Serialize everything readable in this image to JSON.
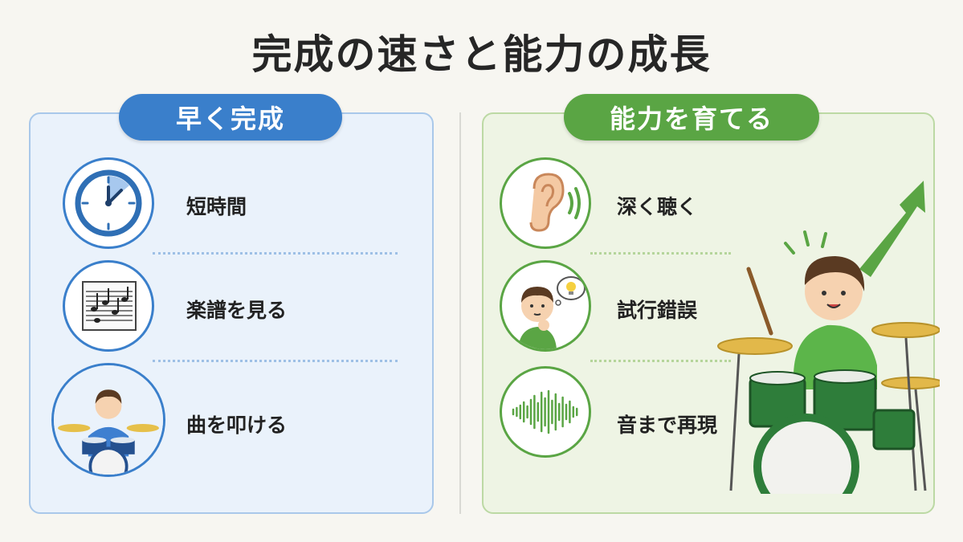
{
  "title": "完成の速さと能力の成長",
  "left": {
    "heading": "早く完成",
    "items": [
      {
        "label": "短時間",
        "icon": "clock-icon"
      },
      {
        "label": "楽譜を見る",
        "icon": "sheet-music-icon"
      },
      {
        "label": "曲を叩ける",
        "icon": "drummer-icon"
      }
    ]
  },
  "right": {
    "heading": "能力を育てる",
    "items": [
      {
        "label": "深く聴く",
        "icon": "ear-icon"
      },
      {
        "label": "試行錯誤",
        "icon": "thinking-boy-icon"
      },
      {
        "label": "音まで再現",
        "icon": "sound-wave-icon"
      }
    ]
  },
  "colors": {
    "blue": "#3a7fcb",
    "green": "#5aa544",
    "background": "#f7f6f1"
  }
}
